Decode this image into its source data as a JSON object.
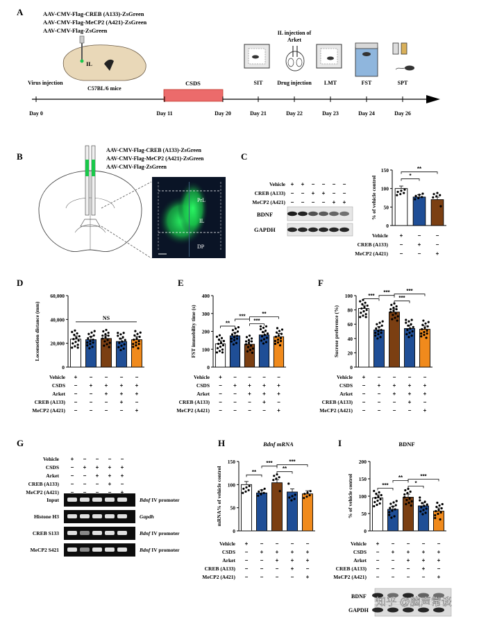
{
  "colors": {
    "vehicle": "#ffffff",
    "creb": "#1f4e96",
    "arket": "#7b3f12",
    "mecp2": "#f08a1c",
    "timeline": "#c0392b",
    "pink": "#ec6b6b",
    "brain_green": "#19c84a",
    "figure_dark": "#0a1426"
  },
  "panel_A": {
    "letter": "A",
    "constructs": [
      "AAV-CMV-Flag-CREB (A133)-ZsGreen",
      "AAV-CMV-Flag-MeCP2 (A421)-ZsGreen",
      "AAV-CMV-Flag-ZsGreen"
    ],
    "il_label": "IL",
    "mouse_label": "C57BL/6 mice",
    "virus_label": "Virus injection",
    "csds_label": "CSDS",
    "il_injection_label": "IL injection of\nArket",
    "tests": [
      {
        "name": "SIT",
        "day": "Day 21"
      },
      {
        "name": "Drug injection",
        "day": "Day 22"
      },
      {
        "name": "LMT",
        "day": "Day 23"
      },
      {
        "name": "FST",
        "day": "Day 24"
      },
      {
        "name": "SPT",
        "day": "Day 26"
      }
    ],
    "days": [
      "Day 0",
      "Day 11",
      "Day 20",
      "Day 21",
      "Day 22",
      "Day 23",
      "Day 24",
      "Day 26"
    ]
  },
  "panel_B": {
    "letter": "B",
    "constructs": [
      "AAV-CMV-Flag-CREB (A133)-ZsGreen",
      "AAV-CMV-Flag-MeCP2 (A421)-ZsGreen",
      "AAV-CMV-Flag-ZsGreen"
    ],
    "regions": [
      "PrL",
      "IL",
      "DP"
    ]
  },
  "panel_C": {
    "letter": "C",
    "blot_rows": [
      "Vehicle",
      "CREB (A133)",
      "MeCP2 (A421)"
    ],
    "blot_signs": [
      [
        "+",
        "+",
        "−",
        "−",
        "−",
        "−"
      ],
      [
        "−",
        "−",
        "+",
        "+",
        "−",
        "−"
      ],
      [
        "−",
        "−",
        "−",
        "−",
        "+",
        "+"
      ]
    ],
    "bands": [
      "BDNF",
      "GAPDH"
    ],
    "chart_data": {
      "type": "bar",
      "categories": [
        "Vehicle",
        "CREB (A133)",
        "MeCP2 (A421)"
      ],
      "values": [
        100,
        77,
        70
      ],
      "ylabel": "% of vehicle control",
      "ylim": [
        0,
        150
      ],
      "yticks": [
        0,
        50,
        100,
        150
      ],
      "sig": [
        {
          "a": 0,
          "b": 1,
          "text": "*"
        },
        {
          "a": 0,
          "b": 2,
          "text": "**"
        }
      ]
    },
    "table_rows": [
      "Vehicle",
      "CREB (A133)",
      "MeCP2 (A421)"
    ],
    "table_signs": [
      [
        "+",
        "−",
        "−"
      ],
      [
        "−",
        "+",
        "−"
      ],
      [
        "−",
        "−",
        "+"
      ]
    ]
  },
  "panel_D": {
    "letter": "D",
    "chart_data": {
      "type": "bar",
      "values": [
        23500,
        23000,
        24000,
        21500,
        23000
      ],
      "ylabel": "Locomotion distance (mm)",
      "ylim": [
        0,
        60000
      ],
      "yticks": [
        0,
        20000,
        40000,
        60000
      ],
      "ytick_labels": [
        "0",
        "20,000",
        "40,000",
        "60,000"
      ],
      "ns": "NS"
    }
  },
  "panel_E": {
    "letter": "E",
    "chart_data": {
      "type": "bar",
      "values": [
        130,
        175,
        128,
        180,
        170
      ],
      "ylabel": "FST immobility time (s)",
      "ylim": [
        0,
        400
      ],
      "yticks": [
        0,
        100,
        200,
        300,
        400
      ],
      "sig": [
        {
          "a": 0,
          "b": 1,
          "text": "**"
        },
        {
          "a": 1,
          "b": 2,
          "text": "***"
        },
        {
          "a": 2,
          "b": 3,
          "text": "***"
        },
        {
          "a": 2,
          "b": 4,
          "text": "**"
        }
      ]
    }
  },
  "panel_F": {
    "letter": "F",
    "chart_data": {
      "type": "bar",
      "values": [
        82,
        52,
        77,
        54,
        53
      ],
      "ylabel": "Sucrose preference (%)",
      "ylim": [
        0,
        100
      ],
      "yticks": [
        0,
        20,
        40,
        60,
        80,
        100
      ],
      "sig": [
        {
          "a": 0,
          "b": 1,
          "text": "***"
        },
        {
          "a": 1,
          "b": 2,
          "text": "***"
        },
        {
          "a": 2,
          "b": 3,
          "text": "***"
        },
        {
          "a": 2,
          "b": 4,
          "text": "***"
        }
      ]
    }
  },
  "cond_rows": [
    "Vehicle",
    "CSDS",
    "Arket",
    "CREB (A133)",
    "MeCP2 (A421)"
  ],
  "cond_signs": [
    [
      "+",
      "−",
      "−",
      "−",
      "−"
    ],
    [
      "−",
      "+",
      "+",
      "+",
      "+"
    ],
    [
      "−",
      "−",
      "+",
      "+",
      "+"
    ],
    [
      "−",
      "−",
      "−",
      "+",
      "−"
    ],
    [
      "−",
      "−",
      "−",
      "−",
      "+"
    ]
  ],
  "panel_G": {
    "letter": "G",
    "gel_rows": [
      "Input",
      "Histone H3",
      "CREB S133",
      "MeCP2 S421"
    ],
    "gel_right": [
      "Bdnf IV promoter",
      "Gapdh",
      "Bdnf IV promoter",
      "Bdnf IV promoter"
    ]
  },
  "panel_H": {
    "letter": "H",
    "title": "Bdnf mRNA",
    "chart_data": {
      "type": "bar",
      "values": [
        100,
        82,
        104,
        84,
        80
      ],
      "ylabel": "mRNA% of vehicle control",
      "ylim": [
        0,
        150
      ],
      "yticks": [
        0,
        50,
        100,
        150
      ],
      "sig": [
        {
          "a": 0,
          "b": 1,
          "text": "**"
        },
        {
          "a": 1,
          "b": 2,
          "text": "***"
        },
        {
          "a": 2,
          "b": 3,
          "text": "**"
        },
        {
          "a": 2,
          "b": 4,
          "text": "***"
        }
      ]
    }
  },
  "panel_I": {
    "letter": "I",
    "title": "BDNF",
    "chart_data": {
      "type": "bar",
      "values": [
        95,
        62,
        97,
        72,
        57
      ],
      "ylabel": "% of vehicle control",
      "ylim": [
        0,
        200
      ],
      "yticks": [
        0,
        50,
        100,
        150,
        200
      ],
      "sig": [
        {
          "a": 0,
          "b": 1,
          "text": "***"
        },
        {
          "a": 1,
          "b": 2,
          "text": "**"
        },
        {
          "a": 2,
          "b": 3,
          "text": "*"
        },
        {
          "a": 2,
          "b": 4,
          "text": "***"
        }
      ]
    },
    "bands": [
      "BDNF",
      "GAPDH"
    ]
  },
  "watermark": "知乎 @脑声常谈"
}
